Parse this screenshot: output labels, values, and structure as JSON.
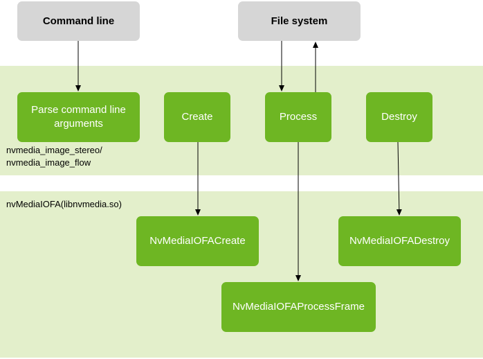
{
  "external": {
    "command_line": "Command line",
    "file_system": "File system"
  },
  "app_layer": {
    "label_line1": "nvmedia_image_stereo/",
    "label_line2": "nvmedia_image_flow",
    "parse_args": "Parse command line arguments",
    "create": "Create",
    "process": "Process",
    "destroy": "Destroy"
  },
  "lib_layer": {
    "label": "nvMediaIOFA(libnvmedia.so)",
    "create_fn": "NvMediaIOFACreate",
    "destroy_fn": "NvMediaIOFADestroy",
    "process_fn": "NvMediaIOFAProcessFrame"
  },
  "colors": {
    "external_box": "#d6d6d6",
    "step_box": "#6eb623",
    "layer_band": "#e3efcb",
    "arrow": "#000000"
  }
}
